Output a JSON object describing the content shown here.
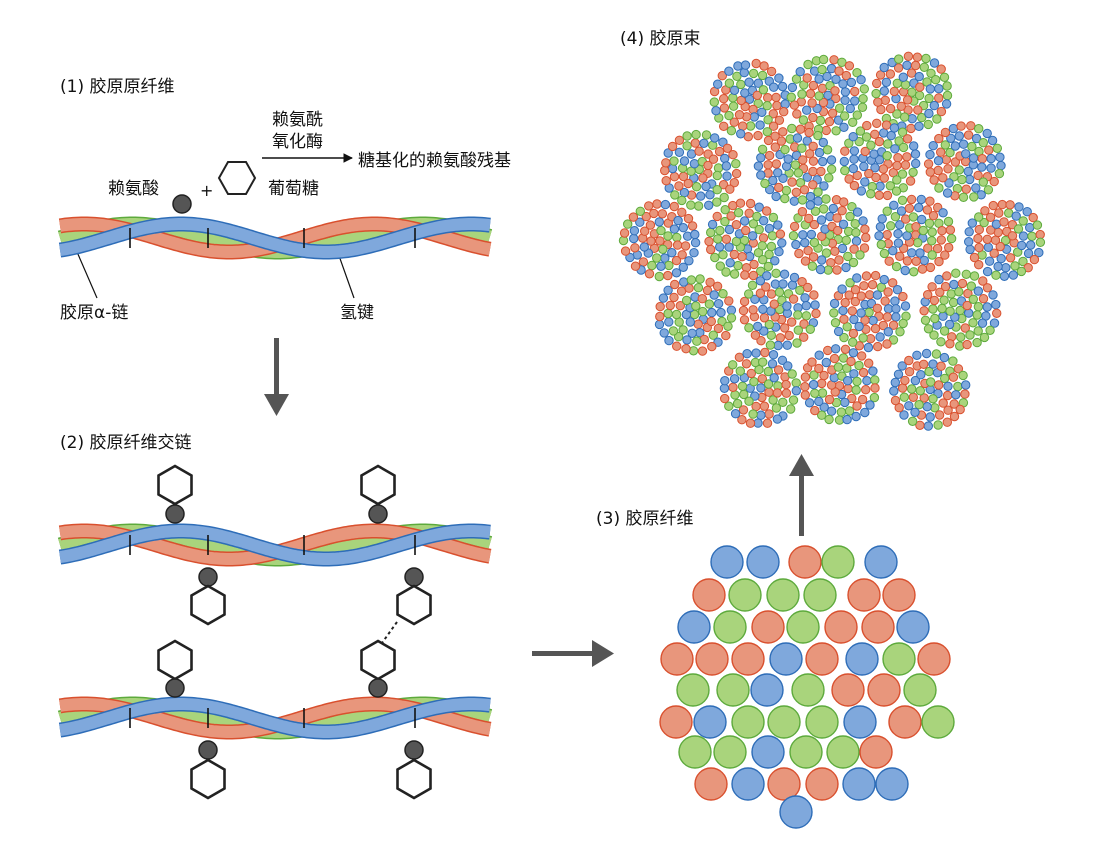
{
  "labels": {
    "step1": "(1)  胶原原纤维",
    "step2": "(2)  胶原纤维交链",
    "step3": "(3)  胶原纤维",
    "step4": "(4)  胶原束",
    "lysine": "赖氨酸",
    "plus": "+",
    "enzyme_line1": "赖氨酰",
    "enzyme_line2": "氧化酶",
    "glucose": "葡萄糖",
    "product": "糖基化的赖氨酸残基",
    "alpha_chain": "胶原α-链",
    "hbond": "氢键"
  },
  "colors": {
    "red_fill": "#e8967c",
    "red_stroke": "#d9502e",
    "green_fill": "#a9d47c",
    "green_stroke": "#5daa3c",
    "blue_fill": "#7fa8dc",
    "blue_stroke": "#2e6db8",
    "node": "#555555",
    "arrow": "#555555"
  }
}
